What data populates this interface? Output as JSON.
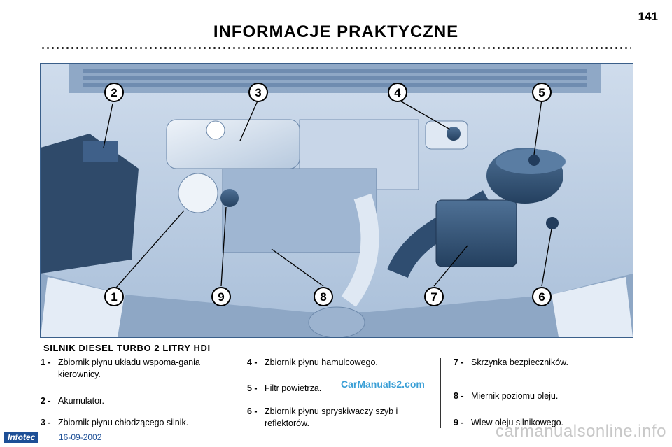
{
  "page": {
    "title": "INFORMACJE PRAKTYCZNE",
    "number": "141"
  },
  "figure": {
    "callouts": [
      "1",
      "2",
      "3",
      "4",
      "5",
      "6",
      "7",
      "8",
      "9"
    ]
  },
  "section": {
    "title": "SILNIK DIESEL TURBO 2 LITRY HDI"
  },
  "legend": {
    "col1": [
      {
        "num": "1 -",
        "text": "Zbiornik płynu układu wspoma-gania kierownicy."
      },
      {
        "num": "2 -",
        "text": "Akumulator."
      },
      {
        "num": "3 -",
        "text": "Zbiornik płynu chłodzącego silnik."
      }
    ],
    "col2": [
      {
        "num": "4 -",
        "text": "Zbiornik płynu hamulcowego."
      },
      {
        "num": "5 -",
        "text": "Filtr powietrza."
      },
      {
        "num": "6 -",
        "text": "Zbiornik płynu spryskiwaczy szyb i reflektorów."
      }
    ],
    "col3": [
      {
        "num": "7 -",
        "text": "Skrzynka bezpieczników."
      },
      {
        "num": "8 -",
        "text": "Miernik poziomu oleju."
      },
      {
        "num": "9 -",
        "text": "Wlew oleju silnikowego."
      }
    ]
  },
  "watermark": "CarManuals2.com",
  "footer": {
    "logo": "Infotec",
    "date": "16-09-2002",
    "site": "carmanualsonline.info"
  },
  "colors": {
    "figure_bg": "#b9cde4",
    "footer_blue": "#1d4f96",
    "watermark": "#3a9fd6"
  }
}
